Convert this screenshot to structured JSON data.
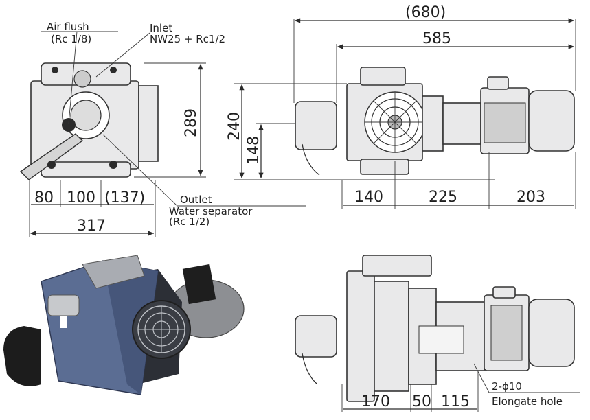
{
  "dimensions": {
    "overall_length": "(680)",
    "length_585": "585",
    "height_240": "240",
    "height_148": "148",
    "height_289": "289",
    "seg_140": "140",
    "seg_225": "225",
    "seg_203": "203",
    "front_80": "80",
    "front_100": "100",
    "front_137": "(137)",
    "front_317": "317",
    "bottom_170": "170",
    "bottom_50": "50",
    "bottom_115": "115"
  },
  "labels": {
    "air_flush": "Air flush",
    "air_flush_size": "(Rc 1/8)",
    "inlet": "Inlet",
    "inlet_size": "NW25 + Rc1/2",
    "outlet": "Outlet",
    "water_separator": "Water separator",
    "water_separator_size": "(Rc 1/2)",
    "hole_spec": "2-ϕ10",
    "elongate_hole": "Elongate hole"
  },
  "colors": {
    "pump_blue": "#5b6d93",
    "line": "#2a2a2a",
    "body_fill": "#e9e9ea"
  }
}
